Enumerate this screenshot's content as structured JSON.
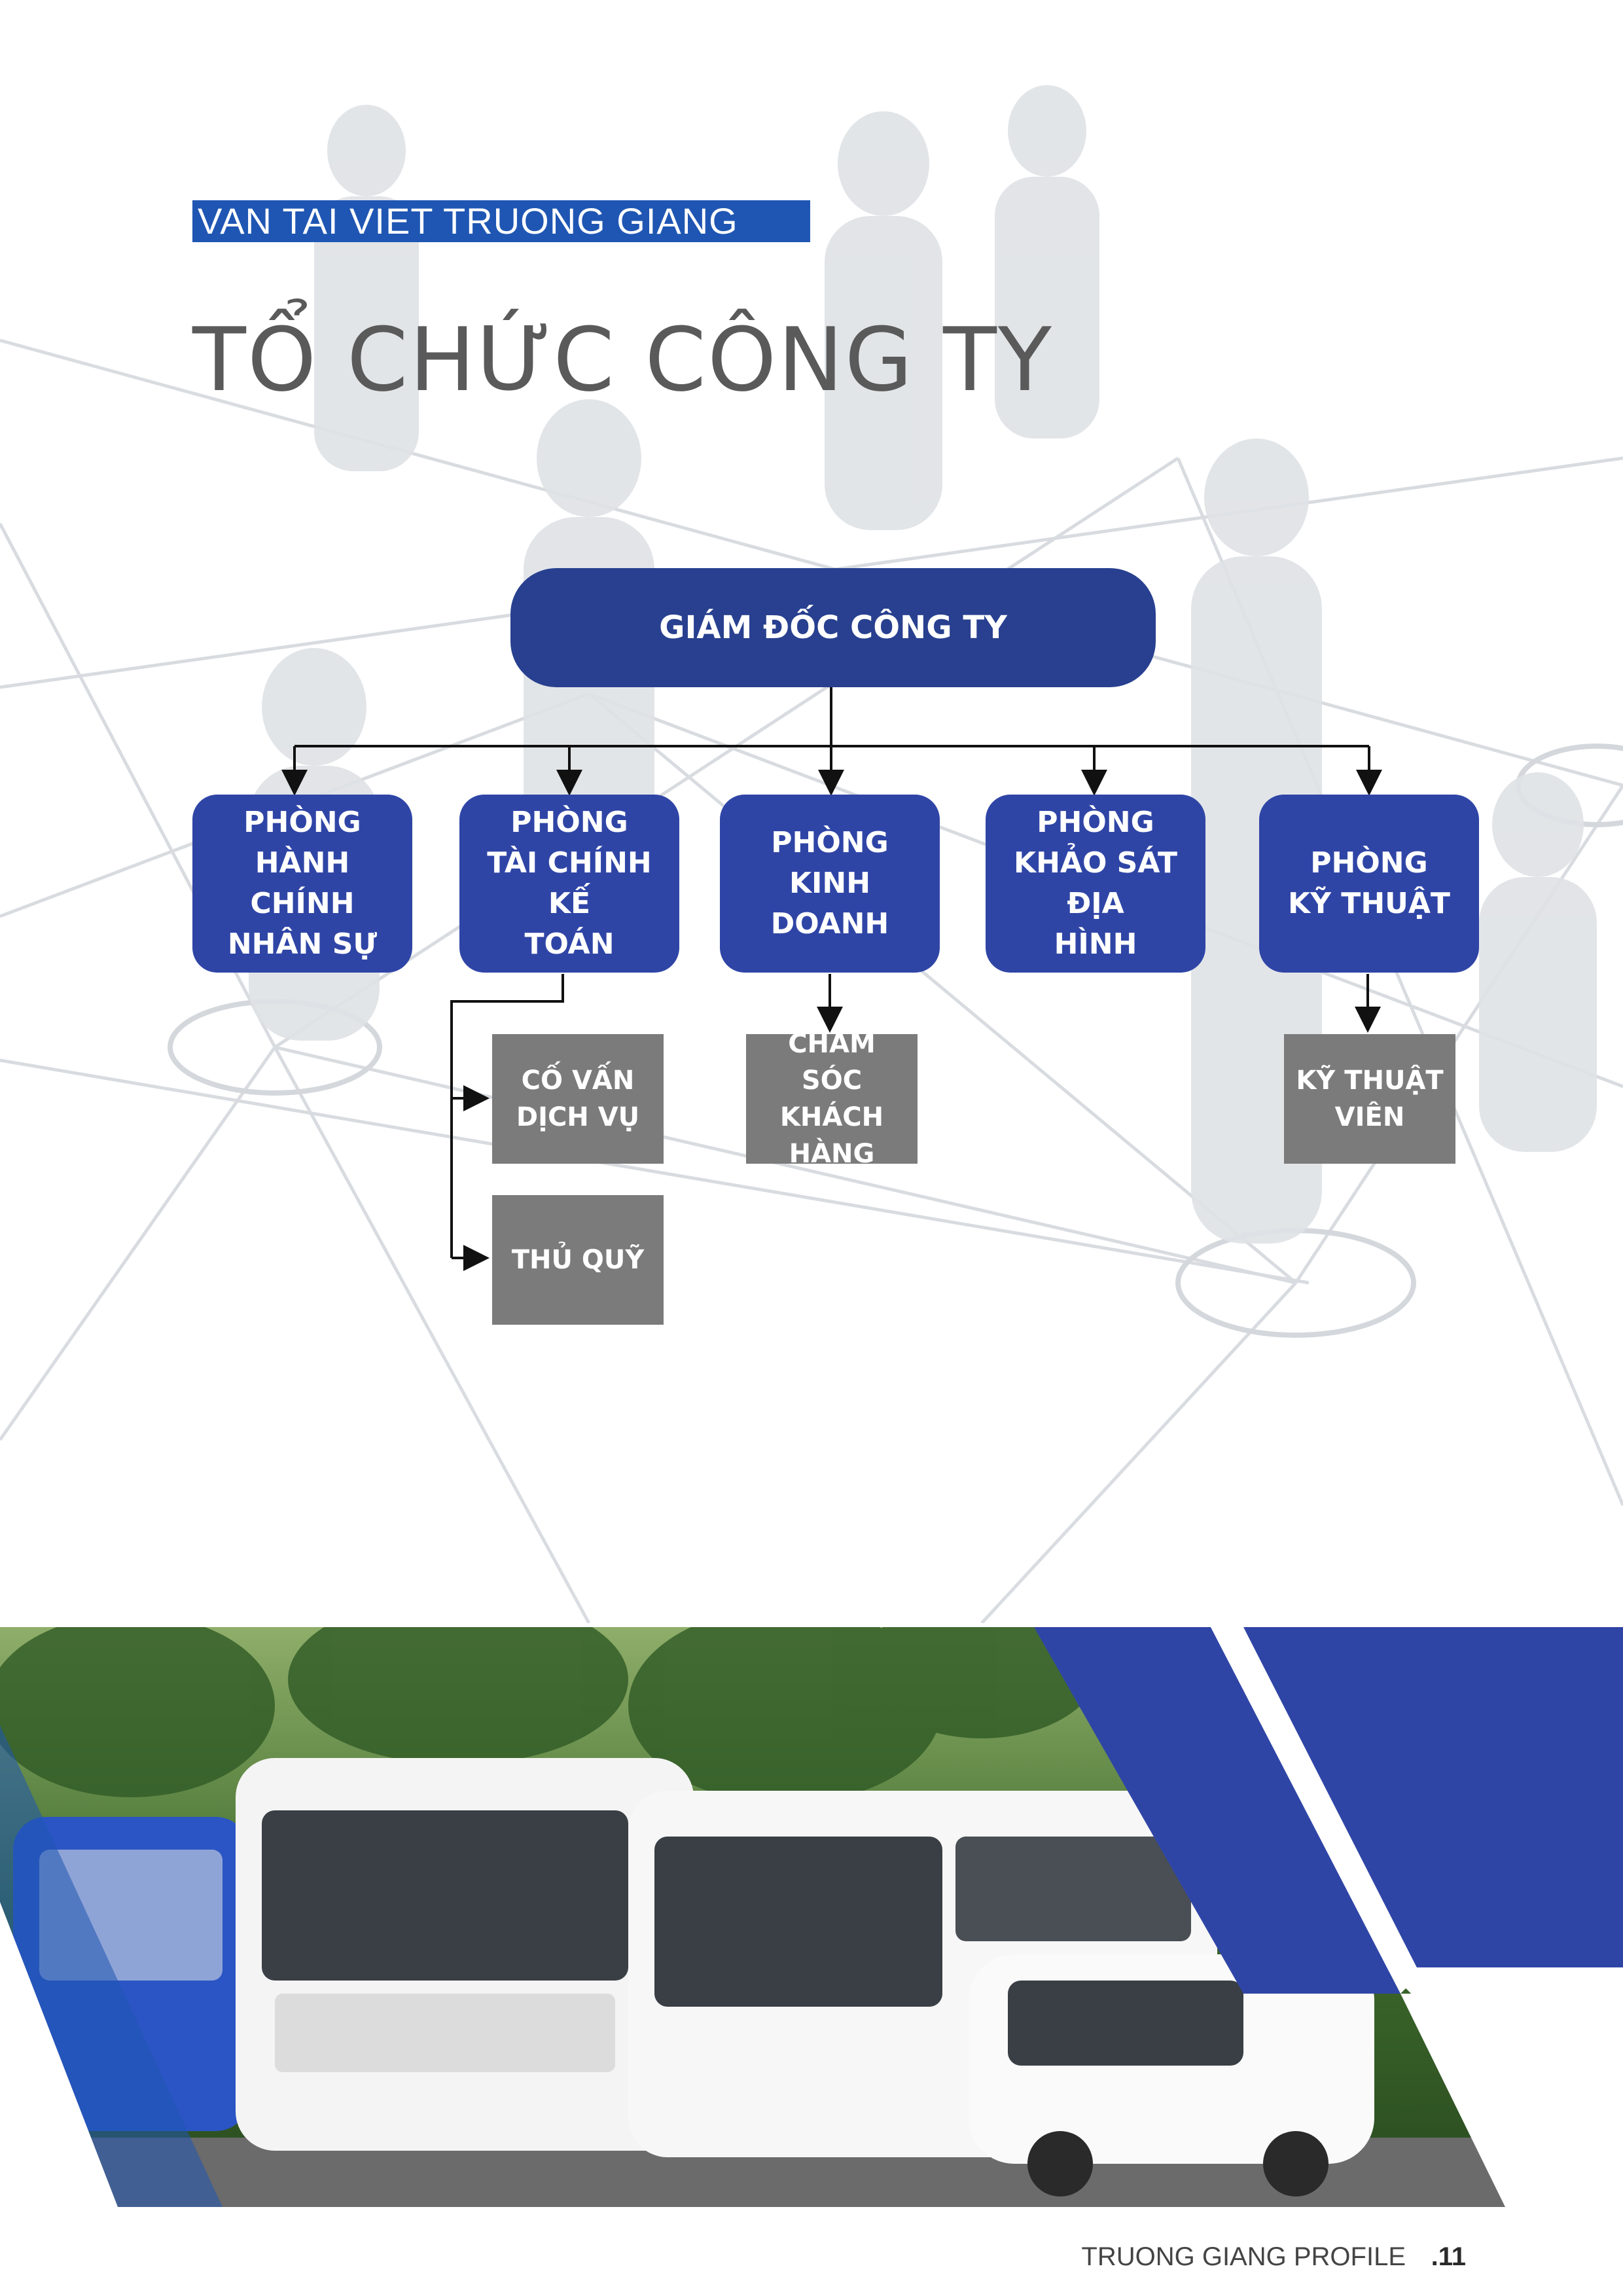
{
  "header": {
    "kicker": "VAN TAI VIET TRUONG GIANG",
    "title": "TỔ CHỨC CÔNG TY"
  },
  "org_chart": {
    "director": "GIÁM ĐỐC CÔNG TY",
    "departments": [
      {
        "label": "PHÒNG\nHÀNH CHÍNH\nNHÂN SỰ"
      },
      {
        "label": "PHÒNG\nTÀI CHÍNH KẾ\nTOÁN"
      },
      {
        "label": "PHÒNG\nKINH DOANH"
      },
      {
        "label": "PHÒNG\nKHẢO SÁT ĐỊA\nHÌNH"
      },
      {
        "label": "PHÒNG\nKỸ THUẬT"
      }
    ],
    "sub_units": {
      "advisory": "CỐ VẤN\nDỊCH VỤ",
      "treasurer": "THỦ QUỸ",
      "customer_care": "CHĂM SÓC\nKHÁCH\nHÀNG",
      "technician": "KỸ THUẬT\nVIÊN"
    }
  },
  "footer": {
    "label": "TRUONG GIANG PROFILE",
    "page": ".11"
  },
  "colors": {
    "accent_blue": "#1f56b3",
    "box_blue": "#2f45a6",
    "director_blue": "#28408f",
    "sub_gray": "#7b7b7b",
    "title_gray": "#5a5a5a"
  }
}
